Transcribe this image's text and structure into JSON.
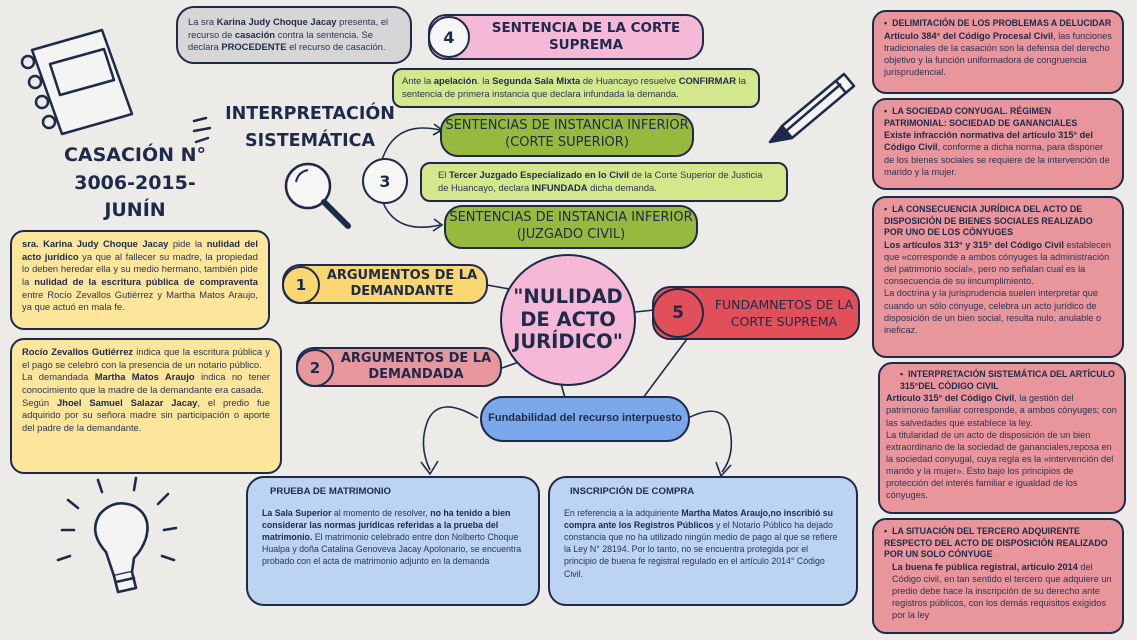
{
  "title": {
    "line1": "CASACIÓN N°",
    "line2": "3006-2015-",
    "line3": "JUNÍN"
  },
  "interpretacion": {
    "line1": "INTERPRETACIÓN",
    "line2": "SISTEMÁTICA"
  },
  "center": {
    "text": "\"NULIDAD DE ACTO JURÍDICO\""
  },
  "node4": {
    "number": "4",
    "label": "SENTENCIA DE LA CORTE SUPREMA",
    "intro": {
      "t1": "La sra ",
      "b1": "Karina Judy Choque Jacay",
      "t2": " presenta, el recurso de ",
      "b2": "casación",
      "t3": " contra la sentencia. Se declara ",
      "b3": "PROCEDENTE",
      "t4": " el recurso de casación."
    },
    "apelacion": {
      "t1": "Ante la ",
      "b1": "apelación",
      "t2": ". la ",
      "b2": "Segunda Sala Mixta",
      "t3": " de Huancayo resuelve ",
      "b3": "CONFIRMAR",
      "t4": " la sentencia de primera instancia que declara infundada la demanda."
    }
  },
  "node3": {
    "number": "3",
    "superior": "SENTENCIAS DE INSTANCIA INFERIOR (CORTE SUPERIOR)",
    "juzgado_text": {
      "t1": "El ",
      "b1": "Tercer Juzgado Especializado en lo Civil",
      "t2": " de la Corte Superior de Justicia de Huancayo, declara ",
      "b2": "INFUNDADA",
      "t3": " dicha demanda."
    },
    "civil": "SENTENCIAS DE INSTANCIA INFERIOR (JUZGADO CIVIL)"
  },
  "node1": {
    "number": "1",
    "label": "ARGUMENTOS DE LA DEMANDANTE",
    "text": {
      "b1": "sra. Karina Judy Choque Jacay",
      "t1": " pide la ",
      "b2": "nulidad del acto jurídico",
      "t2": " ya que al fallecer su madre, la propiedad lo deben heredar ella y su medio hermano, también pide la ",
      "b3": "nulidad de la escritura pública de compraventa",
      "t3": " entre Rocío Zevallos Gutiérrez y Martha Matos Araujo, ya que actuó en mala fe."
    }
  },
  "node2": {
    "number": "2",
    "label": "ARGUMENTOS DE LA DEMANDADA",
    "text": {
      "b1": "Rocío Zevallos Gutiérrez",
      "t1": " indica que la escritura pública y el pago se celebró con la presencia de un notario público.",
      "t2": "La demandada ",
      "b2": "Martha Matos Araujo",
      "t3": " indica no tener conocimiento que la madre de la demandante era casada.",
      "t4": "Según ",
      "b3": "Jhoel Samuel Salazar Jacay",
      "t5": ", el predio fue adquirido por su señora madre sin participación o aporte del padre de la demandante."
    }
  },
  "node5": {
    "number": "5",
    "label": "FUNDAMNETOS DE LA CORTE SUPREMA"
  },
  "fundabilidad": {
    "label": "Fundabilidad del recurso interpuesto"
  },
  "prueba": {
    "heading": "PRUEBA DE MATRIMONIO",
    "b1": "La Sala Superior",
    "t1": " al momento de resolver, ",
    "b2": "no ha tenido a bien considerar las normas jurídicas referidas a la prueba del matrimonio.",
    "t2": " El matrimonio celebrado entre don Nolberto Choque Hualpa y doña Catalina Genoveva Jacay Apolonario, se encuentra probado con el acta de matrimonio adjunto en la demanda"
  },
  "inscripcion": {
    "heading": "INSCRIPCIÓN DE COMPRA",
    "t1": "En referencia a la adquiriente ",
    "b1": "Martha Matos Araujo,no inscribió su compra ante los Registros Públicos",
    "t2": " y el Notario Público ha dejado constancia que no ha utilizado ningún medio de pago al que se refiere la Ley N° 28194. Por lo tanto, no se encuentra protegida por el principio de buena fe registral regulado en el artículo 2014° Código Civil."
  },
  "fundamentos": [
    {
      "head": "DELIMITACIÓN DE LOS PROBLEMAS A DELUCIDAR",
      "bold": "Artículo 384° del Código Procesal Civil",
      "text": ", las funciones tradicionales de la casación son la defensa del derecho objetivo y la función uniformadora de congruencia jurisprudencial."
    },
    {
      "head": "LA SOCIEDAD CONYUGAL. RÉGIMEN PATRIMONIAL: SOCIEDAD DE GANANCIALES",
      "bold": "Existe infracción normativa del artículo 315° del Código Civil",
      "text": ", conforme a dicha norma, para disponer de los bienes sociales se requiere de la intervención de marido y la mujer."
    },
    {
      "head": "LA CONSECUENCIA JURÍDICA DEL ACTO DE DISPOSICIÓN DE BIENES SOCIALES REALIZADO POR UNO DE LOS CÓNYUGES",
      "bold": "Los artículos 313° y 315° del Código Civil",
      "text": " establecen que «corresponde a ambos cónyuges la administración del patrimonio social», pero no señalan cual es la consecuencia de su iincumplimiento.",
      "text2": "La doctrina y la jurisprudencia suelen interpretar que cuando un sólo cónyuge, celebra un acto jurídico de disposición de un bien social, resulta nulo, anulable o ineficaz."
    },
    {
      "head": "INTERPRETACIÓN SISTEMÁTICA DEL ARTÍCULO 315°DEL CÓDIGO CIVIL",
      "bold": "Artículo 315° del Código Civil",
      "text": ", la gestión del patrimonio familiar corresponde,  a ambos cónyuges; con las salvedades que establece la ley.",
      "text2": "La titularidad de un acto de disposición de un bien extraordinario de la sociedad de gananciales,reposa en la sociedad conyugal, cuya regla es la «intervención del marido y la mujer». Esto bajo los principios de protección del interés familiar e igualdad de los cónyuges."
    },
    {
      "head": "LA SITUACIÓN DEL TERCERO ADQUIRENTE RESPECTO DEL ACTO DE DISPOSICIÓN REALIZADO POR UN SOLO CÓNYUGE",
      "bold": "La buena fe pública registral, artículo 2014",
      "text": " del Código civil, en tan sentido el tercero que adquiere un predio debe hace la inscripción de su derecho ante registros públicos, con los demás requisitos exigidos por la ley"
    }
  ],
  "colors": {
    "pink": "#f5b8d6",
    "green": "#97b93e",
    "lightgreen": "#d3e88d",
    "yellow": "#f8d671",
    "rose": "#e7969b",
    "red": "#e14f58",
    "blue": "#7aa8ea",
    "lightblue": "#bcd3f2",
    "gray": "#d6d6d6",
    "paleyellow": "#fbe69c"
  },
  "icons": [
    "notebook-icon",
    "pencil-icon",
    "magnifier-icon",
    "lightbulb-icon"
  ]
}
